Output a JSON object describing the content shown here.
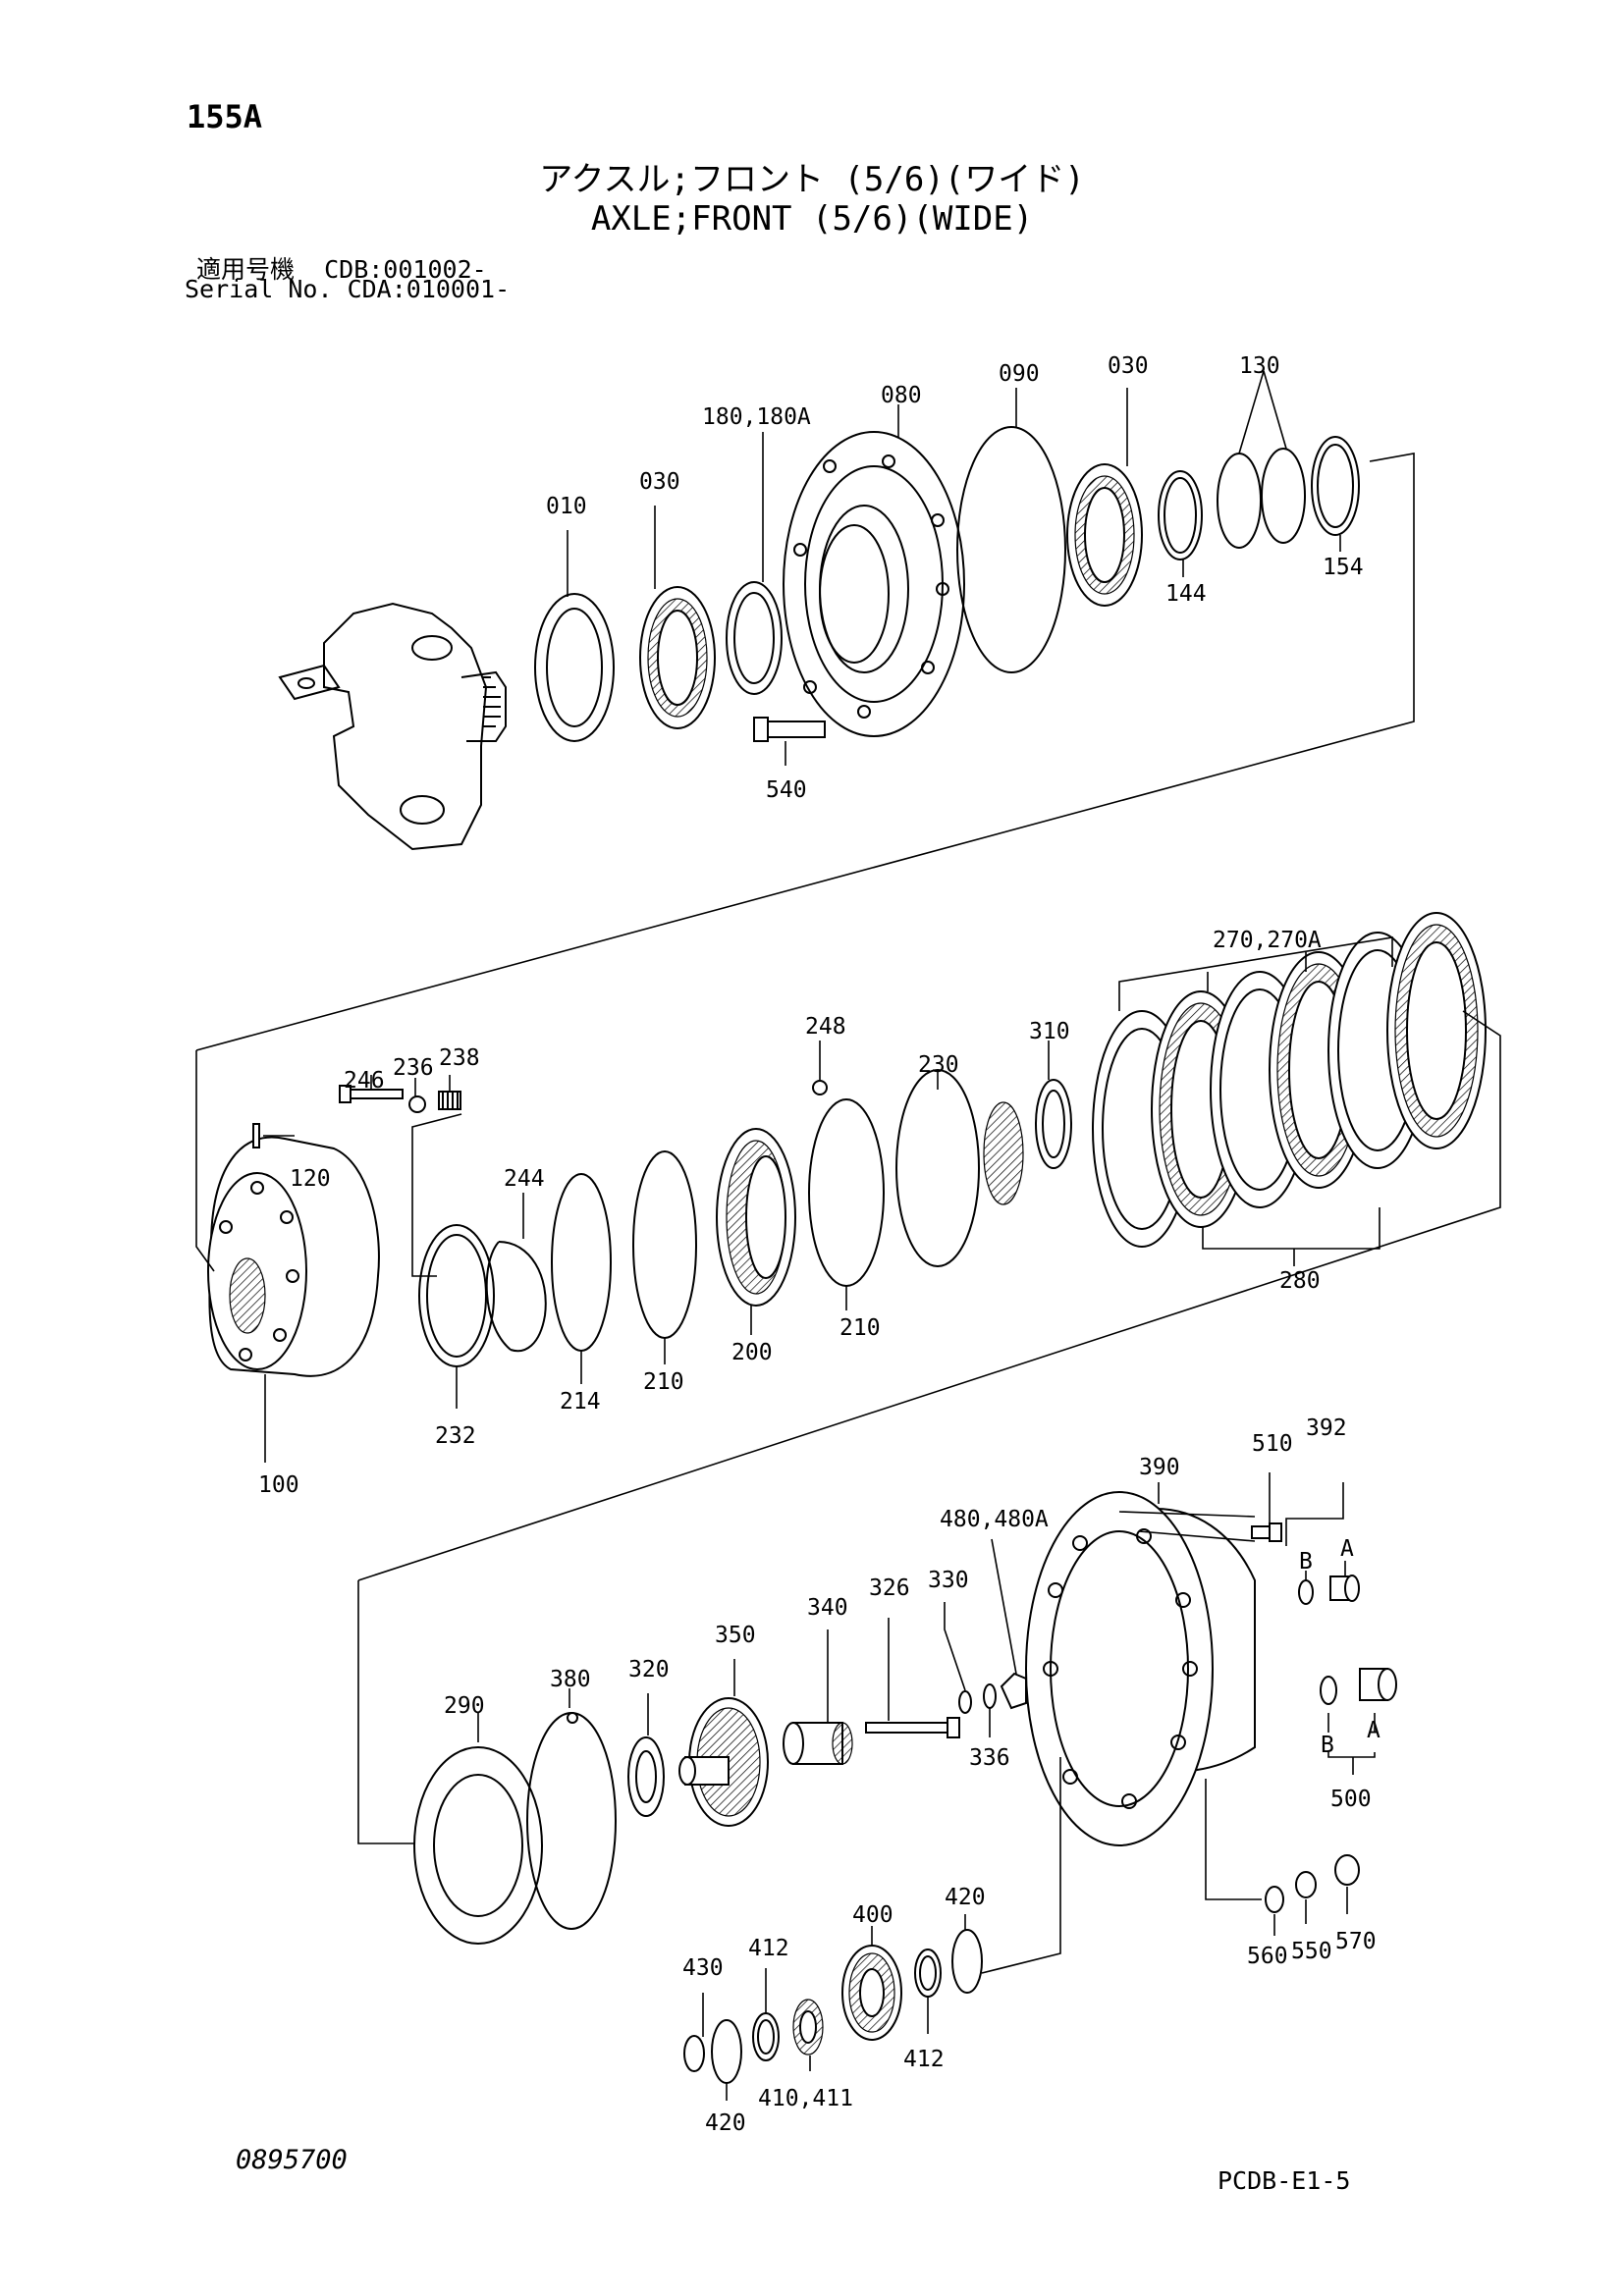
{
  "header": {
    "page_number": "155A",
    "title_jp": "アクスル;フロント (5/6)(ワイド)",
    "title_en": "AXLE;FRONT (5/6)(WIDE)",
    "serial_jp": "適用号機  CDB:001002-",
    "serial_en": "Serial No. CDA:010001-"
  },
  "footer": {
    "drawing_code": "0895700",
    "ref": "PCDB-E1-5"
  },
  "callouts": {
    "c010": "010",
    "c030a": "030",
    "c180": "180,180A",
    "c080": "080",
    "c090": "090",
    "c030b": "030",
    "c130": "130",
    "c154": "154",
    "c144": "144",
    "c540": "540",
    "c270": "270,270A",
    "c248": "248",
    "c230": "230",
    "c310": "310",
    "c246": "246",
    "c236": "236",
    "c238": "238",
    "c120": "120",
    "c244": "244",
    "c280": "280",
    "c214": "214",
    "c210a": "210",
    "c200": "200",
    "c210b": "210",
    "c232": "232",
    "c100": "100",
    "c510": "510",
    "c392": "392",
    "c390": "390",
    "c480": "480,480A",
    "c326": "326",
    "c330": "330",
    "c340": "340",
    "c350": "350",
    "c320": "320",
    "c380": "380",
    "c290": "290",
    "c336": "336",
    "cB1": "B",
    "cA1": "A",
    "cB2": "B",
    "cA2": "A",
    "c500": "500",
    "c420a": "420",
    "c400": "400",
    "c412a": "412",
    "c430": "430",
    "c412b": "412",
    "c410": "410,411",
    "c420b": "420",
    "c560": "560",
    "c550": "550",
    "c570": "570"
  }
}
